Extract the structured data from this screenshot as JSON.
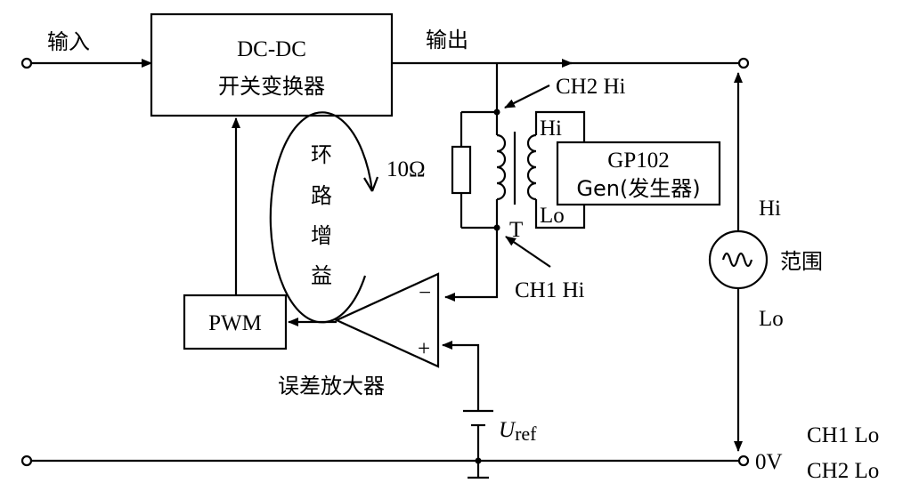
{
  "labels": {
    "input": "输入",
    "output": "输出",
    "converter_line1": "DC-DC",
    "converter_line2": "开关变换器",
    "ch2_hi": "CH2 Hi",
    "ch1_hi": "CH1 Hi",
    "loop_gain": [
      "环",
      "路",
      "增",
      "益"
    ],
    "resistor": "10Ω",
    "transformer": "T",
    "gen_hi": "Hi",
    "gen_lo": "Lo",
    "gen_line1": "GP102",
    "gen_line2": "Gen(发生器)",
    "pwm": "PWM",
    "minus": "−",
    "plus": "+",
    "error_amp": "误差放大器",
    "uref_main": "U",
    "uref_sub": "ref",
    "scope_hi": "Hi",
    "scope_lo": "Lo",
    "scope": "范围",
    "zero_v": "0V",
    "ch1_lo": "CH1 Lo",
    "ch2_lo": "CH2 Lo"
  },
  "colors": {
    "stroke": "#000000",
    "background": "#ffffff"
  }
}
